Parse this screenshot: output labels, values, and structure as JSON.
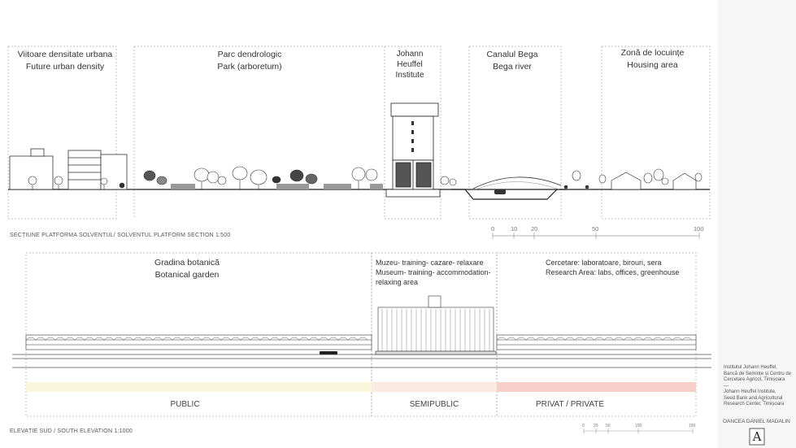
{
  "section": {
    "zones": [
      {
        "line1": "Viitoare densitate urbana",
        "line2": "Future urban density"
      },
      {
        "line1": "Parc dendrologic",
        "line2": "Park (arboretum)"
      },
      {
        "line1": "Johann",
        "line2": "Heuffel",
        "line3": "Institute"
      },
      {
        "line1": "Canalul Bega",
        "line2": "Bega river"
      },
      {
        "line1": "Zonă de locuințe",
        "line2": "Housing area"
      }
    ],
    "caption": "SECȚIUNE PLATFORMA SOLVENTUL/ SOLVENTUL PLATFORM SECTION 1:500",
    "scale": [
      "0",
      "10",
      "20",
      "50",
      "100"
    ]
  },
  "elevation": {
    "zones": [
      {
        "line1": "Gradina botanică",
        "line2": "Botanical garden"
      },
      {
        "line1": "Muzeu- training- cazare- relaxare",
        "line2": "Museum- training- accommodation-",
        "line3": "relaxing area"
      },
      {
        "line1": "Cercetare: laboratoare, birouri, sera",
        "line2": "Research Area: labs, offices, greenhouse"
      }
    ],
    "bands": [
      "PUBLIC",
      "SEMIPUBLIC",
      "PRIVAT / PRIVATE"
    ],
    "band_colors": [
      "#faf6dc",
      "#fbeadf",
      "#f7cfc9"
    ],
    "caption": "ELEVAȚIE SUD / SOUTH ELEVATION 1:1000",
    "scale": [
      "0",
      "20",
      "50",
      "100",
      "150"
    ]
  },
  "sidebar": {
    "ro1": "Institutul Johann Heuffel,",
    "ro2": "Bancă de Semințe și Centru de",
    "ro3": "Cercetare Agricol, Timișoara",
    "sep": "—",
    "en1": "Johann Heuffel Institute,",
    "en2": "Seed Bank and Agricultural",
    "en3": "Research Center, Timișoara",
    "author": "OANCEA DANIEL MADALIN",
    "logo_letter": "A"
  }
}
